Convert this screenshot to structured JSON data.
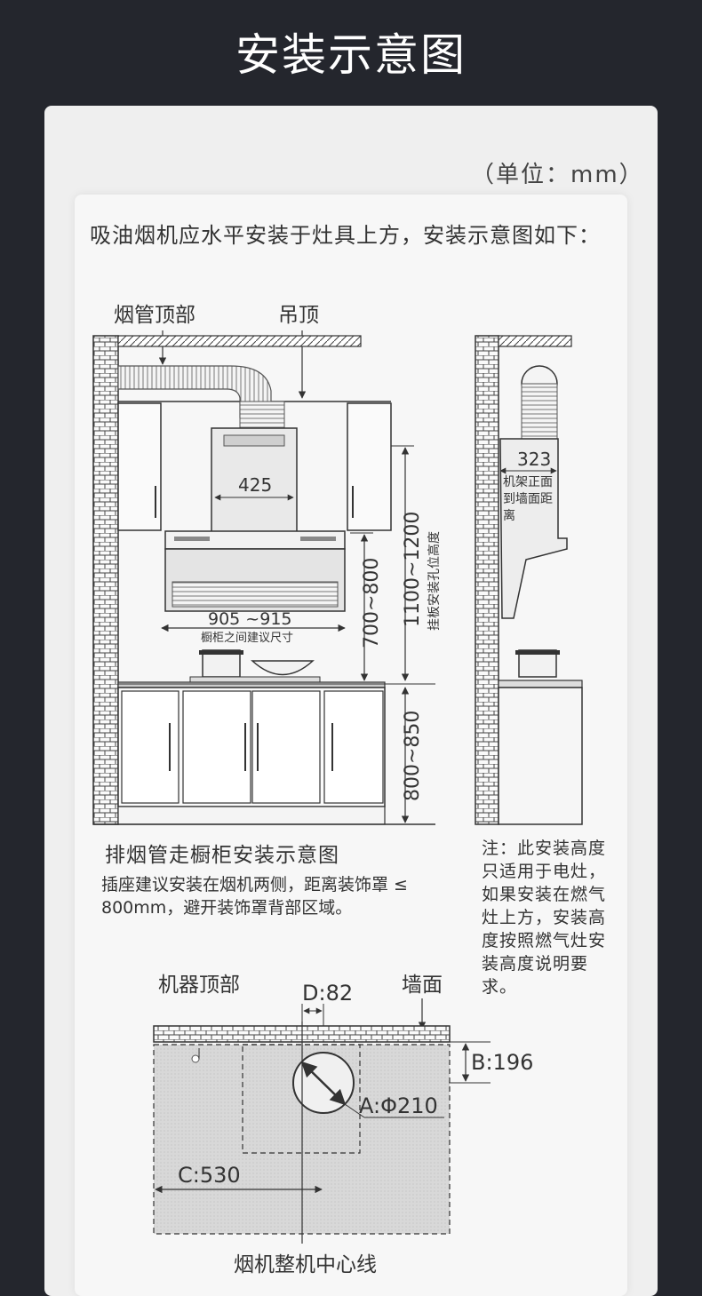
{
  "header": {
    "title": "安装示意图"
  },
  "unit": "（单位：mm）",
  "intro": "吸油烟机应水平安装于灶具上方，安装示意图如下：",
  "main_diagram": {
    "label_duct_top": "烟管顶部",
    "label_ceiling": "吊顶",
    "dim_425": "425",
    "dim_cabinet_gap": "905 ~915",
    "dim_cabinet_gap_note": "橱柜之间建议尺寸",
    "dim_height_hood": "700~800",
    "dim_height_mount": "1100~1200",
    "dim_height_mount_note": "挂板安装孔位高度",
    "dim_height_counter": "800~850",
    "caption": "排烟管走橱柜安装示意图",
    "socket_note": "插座建议安装在烟机两侧，距离装饰罩 ≤ 800mm，避开装饰罩背部区域。"
  },
  "side_diagram": {
    "dim_323": "323",
    "dim_323_note": "机架正面到墙面距离",
    "note": "注：此安装高度只适用于电灶，如果安装在燃气灶上方，安装高度按照燃气灶安装高度说明要求。"
  },
  "top_diagram": {
    "label_machine_top": "机器顶部",
    "label_wall": "墙面",
    "dim_a": "A:Φ210",
    "dim_b": "B:196",
    "dim_c": "C:530",
    "dim_d": "D:82",
    "label_centerline": "烟机整机中心线"
  }
}
